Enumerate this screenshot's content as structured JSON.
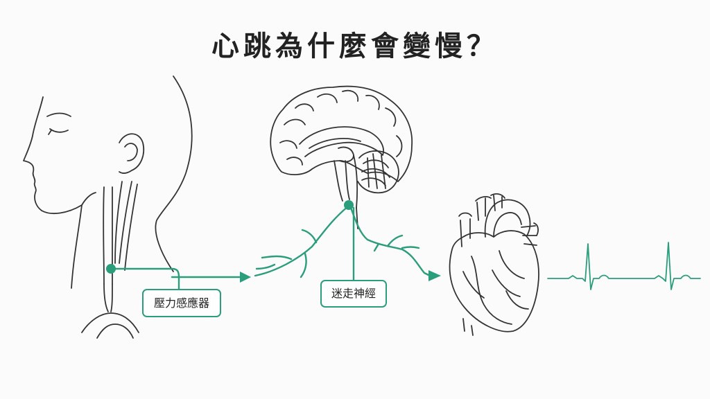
{
  "title": "心跳為什麼會變慢？",
  "labels": {
    "baroreceptor": "壓力感應器",
    "vagus_nerve": "迷走神經"
  },
  "colors": {
    "accent": "#2a9d7a",
    "outline": "#333333",
    "title": "#222222",
    "background": "#fbfbfb"
  },
  "icons": {
    "head": "human-head-profile-icon",
    "brain": "brain-sagittal-icon",
    "heart": "anatomical-heart-icon",
    "ecg": "ecg-trace-icon"
  }
}
